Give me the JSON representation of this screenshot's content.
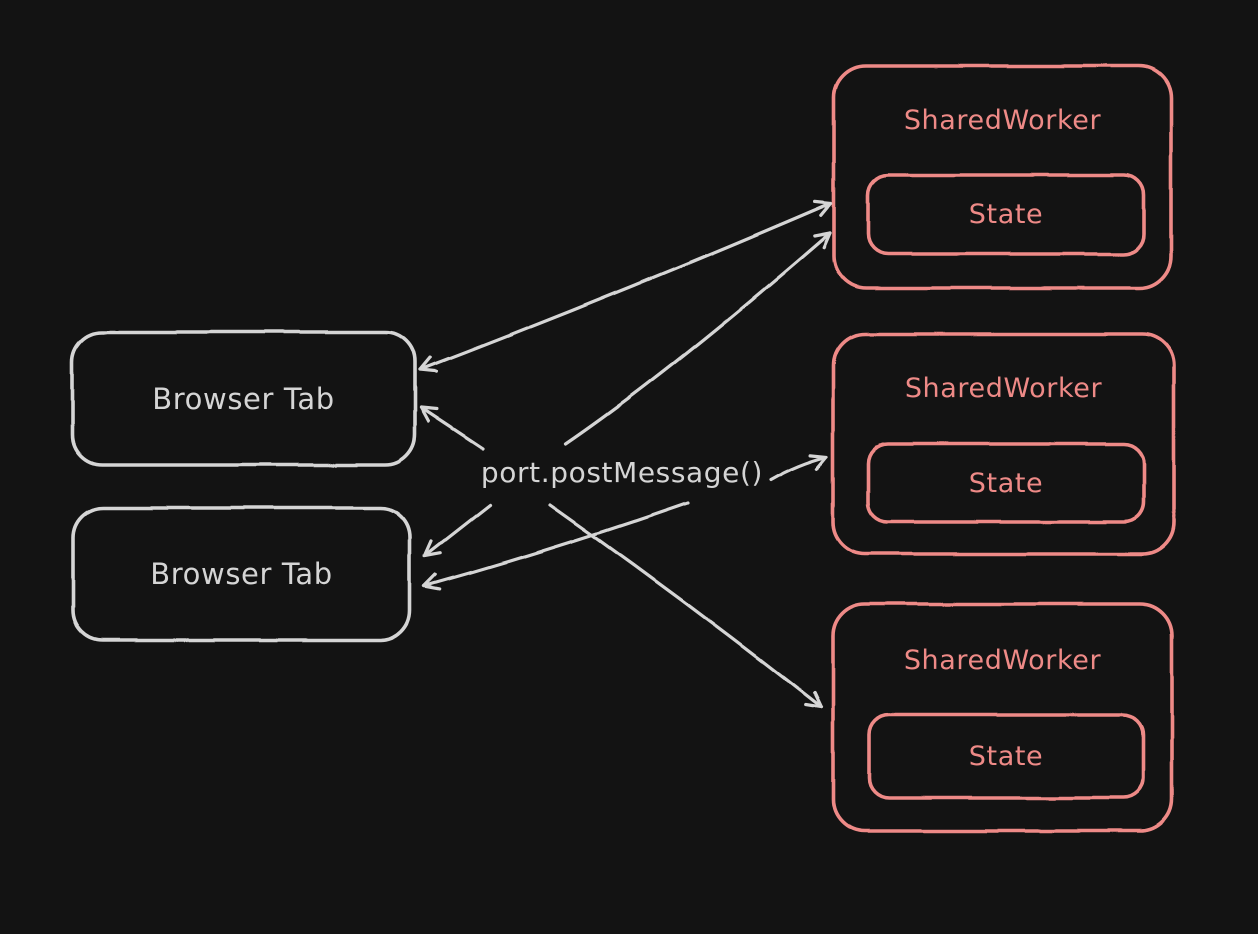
{
  "colors": {
    "background": "#131313",
    "gray": "#d5d5d5",
    "red": "#ee8a87"
  },
  "center_label": {
    "text": "port.postMessage()"
  },
  "nodes": {
    "browser_tabs": [
      {
        "label": "Browser Tab"
      },
      {
        "label": "Browser Tab"
      }
    ],
    "shared_workers": [
      {
        "title": "SharedWorker",
        "state": "State"
      },
      {
        "title": "SharedWorker",
        "state": "State"
      },
      {
        "title": "SharedWorker",
        "state": "State"
      }
    ]
  },
  "edges": [
    {
      "from": "browser-tab-1",
      "to": "shared-worker-1",
      "bidirectional": true
    },
    {
      "from": "center-label",
      "to": "shared-worker-1",
      "bidirectional": false
    },
    {
      "from": "center-label",
      "to": "browser-tab-1",
      "bidirectional": false
    },
    {
      "from": "center-label",
      "to": "shared-worker-2",
      "bidirectional": false
    },
    {
      "from": "center-label",
      "to": "browser-tab-2",
      "bidirectional": false
    },
    {
      "from": "shared-worker-2",
      "to": "browser-tab-2",
      "bidirectional": false
    },
    {
      "from": "center-label",
      "to": "shared-worker-3",
      "bidirectional": false
    }
  ]
}
